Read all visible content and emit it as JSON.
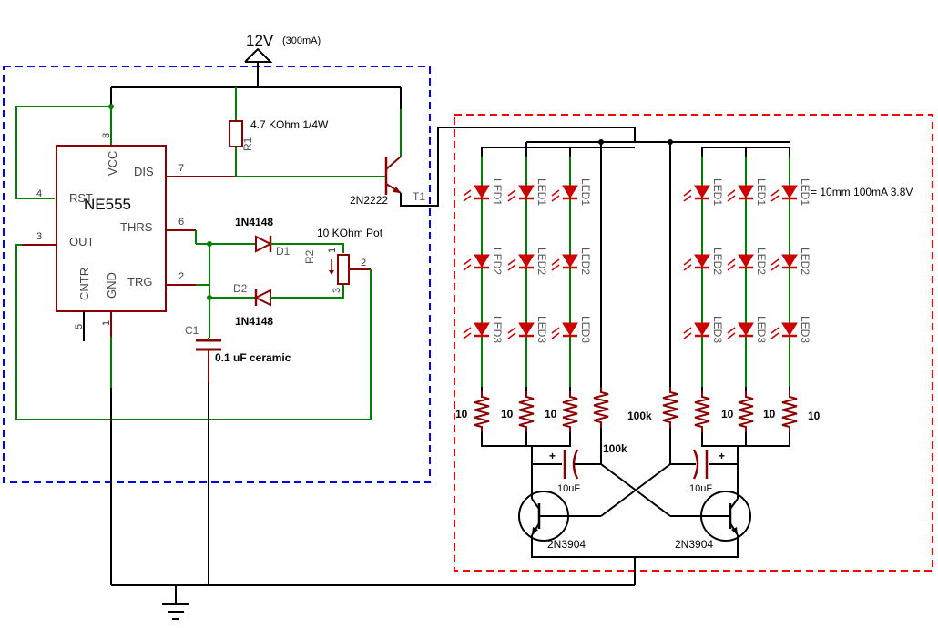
{
  "supply": {
    "voltage": "12V",
    "current": "(300mA)"
  },
  "ic": {
    "name": "NE555",
    "pins": {
      "vcc": "VCC",
      "dis": "DIS",
      "rst": "RST",
      "thrs": "THRS",
      "out": "OUT",
      "trg": "TRG",
      "cntr": "CNTR",
      "gnd": "GND"
    },
    "pin_numbers": {
      "vcc": "8",
      "dis": "7",
      "rst": "4",
      "thrs": "6",
      "out": "3",
      "trg": "2",
      "cntr": "5",
      "gnd": "1"
    }
  },
  "r1": {
    "ref": "R1",
    "value": "4.7 KOhm 1/4W"
  },
  "t1": {
    "ref": "T1",
    "part": "2N2222"
  },
  "d1": {
    "ref": "D1",
    "part": "1N4148"
  },
  "d2": {
    "ref": "D2",
    "part": "1N4148"
  },
  "r2": {
    "ref": "R2",
    "value": "10 KOhm Pot",
    "pin1": "1",
    "pin2": "2",
    "pin3": "3"
  },
  "c1": {
    "ref": "C1",
    "value": "0.1 uF ceramic"
  },
  "leds": {
    "ref1": "LED1",
    "ref2": "LED2",
    "ref3": "LED3",
    "note": "= 10mm 100mA 3.8V"
  },
  "resistors": {
    "ten": "10",
    "hundred_k": "100k"
  },
  "flasher": {
    "cap_left": "10uF",
    "cap_right": "10uF",
    "q_left": "2N3904",
    "q_right": "2N3904",
    "plus": "+"
  },
  "colors": {
    "wire": "#000000",
    "net": "#008000",
    "part": "#8b0000",
    "blue_box": "#0000ff",
    "red_box": "#ff0000"
  }
}
